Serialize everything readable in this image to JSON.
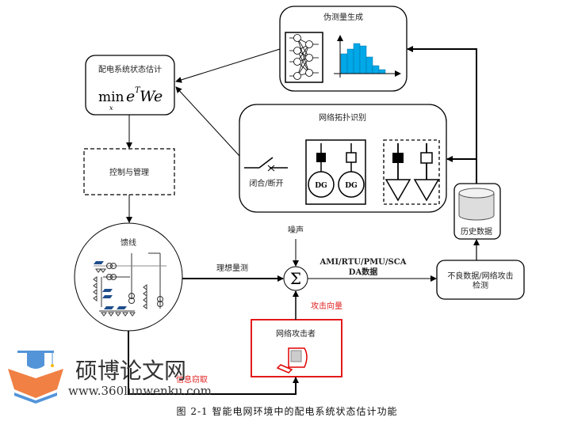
{
  "pseudo_measurement": {
    "title": "伪测量生成"
  },
  "state_estimation": {
    "title": "配电系统状态估计",
    "formula_min": "min",
    "formula_sub": "x",
    "formula_e": "e",
    "formula_T": "T",
    "formula_We": "We"
  },
  "control": {
    "title": "控制与管理"
  },
  "topology": {
    "title": "网络拓扑识别",
    "switch_label": "闭合/断开",
    "dg_label": "DG"
  },
  "history": {
    "title": "历史数据"
  },
  "feeder": {
    "title": "馈线"
  },
  "ideal_measurement": "理想量测",
  "noise": "噪声",
  "data_label_line1": "AMI/RTU/PMU/SCA",
  "data_label_line2": "DA数据",
  "detection": {
    "line1": "不良数据/网络攻击",
    "line2": "检测"
  },
  "attack_vector": "攻击向量",
  "attacker": {
    "title": "网络攻击者"
  },
  "info_theft": "信息窃取",
  "caption": "图 2-1  智能电网环境中的配电系统状态估计功能",
  "watermark": {
    "name": "硕博论文网",
    "url": "www.360lunwenku.com"
  },
  "colors": {
    "histogram": "#00a8e8",
    "attack": "#e02020",
    "logo_orange": "#f07a3a",
    "logo_blue": "#4a8fd8"
  }
}
